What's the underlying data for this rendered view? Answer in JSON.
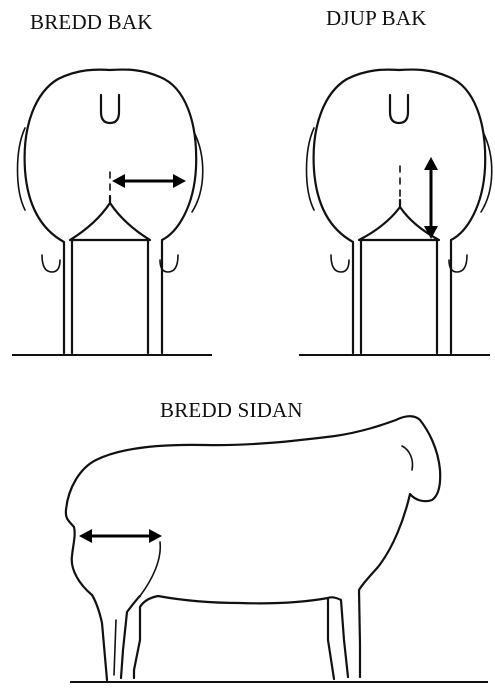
{
  "panels": {
    "rear_width": {
      "title": "BREDD BAK"
    },
    "rear_depth": {
      "title": "DJUP BAK"
    },
    "side_width": {
      "title": "BREDD SIDAN"
    }
  },
  "colors": {
    "line": "#111111",
    "background": "#ffffff"
  }
}
